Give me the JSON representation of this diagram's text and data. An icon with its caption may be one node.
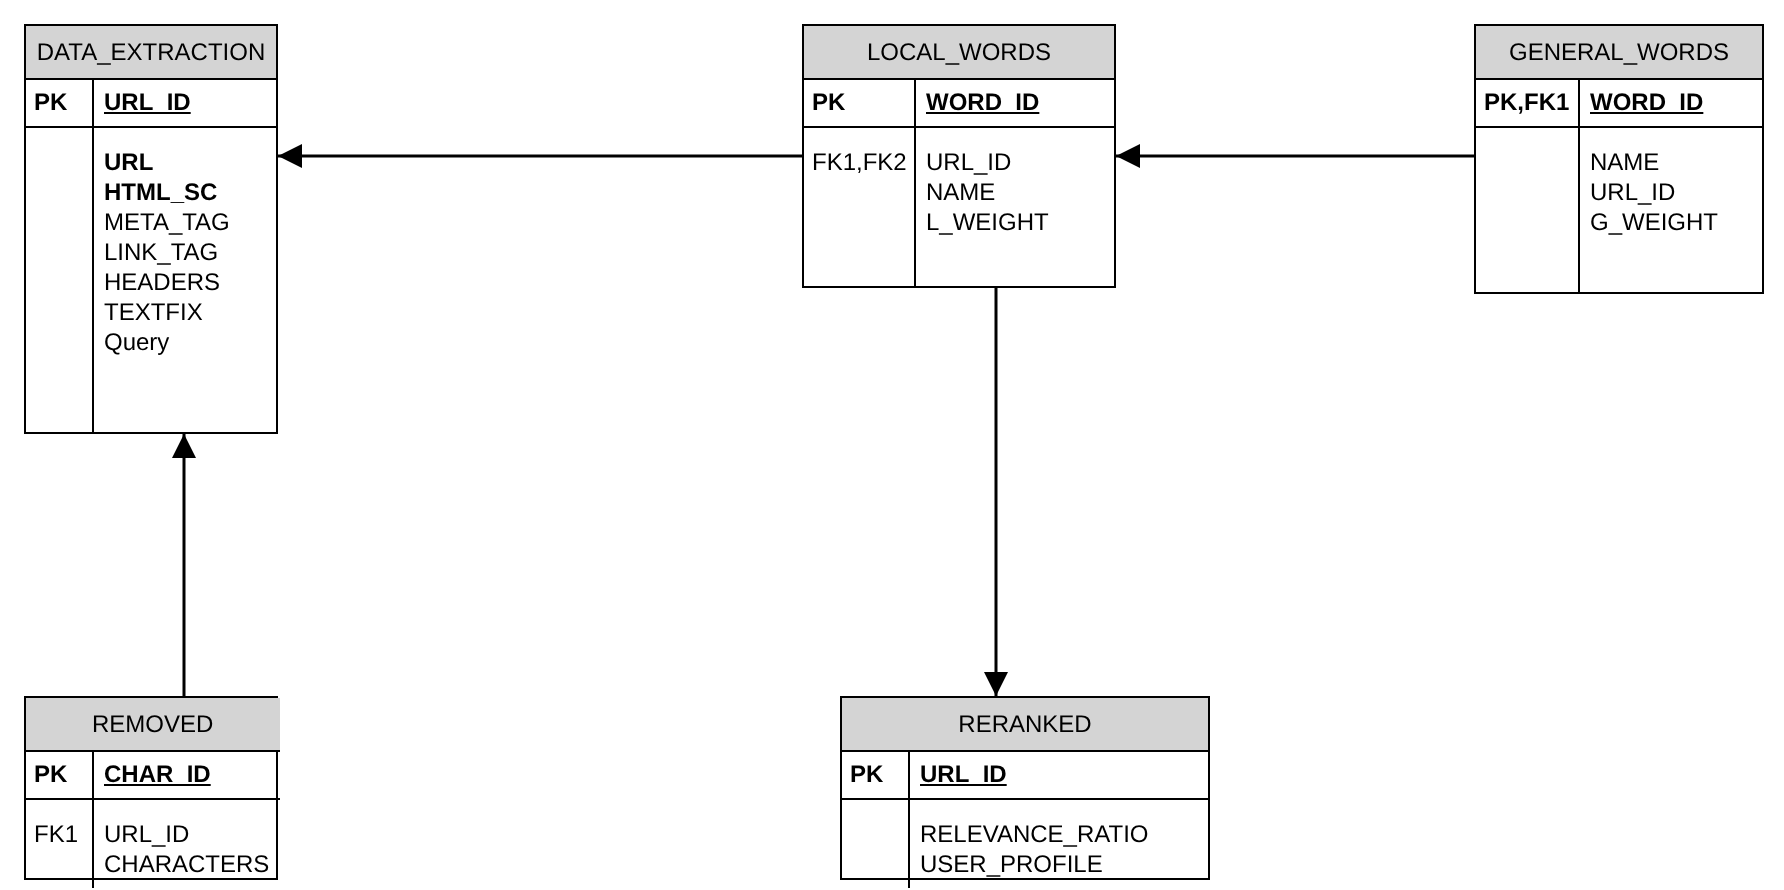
{
  "diagram": {
    "nodes": [
      {
        "text": [
          "DATA_EXTRACTION",
          "PK",
          "URL_ID",
          "**URL** **HTML_SC** META_TAG LINK_TAG HEADERS TEXTFIX Query"
        ]
      },
      {
        "text": [
          "LOCAL_WORDS",
          "PK",
          "WORD_ID",
          "FK1,FK2",
          "URL_ID NAME L_WEIGHT"
        ]
      },
      {
        "text": [
          "GENERAL_WORDS",
          "PK,FK1",
          "WORD_ID",
          "NAME URL_ID G_WEIGHT"
        ]
      },
      {
        "text": [
          "REMOVED",
          "PK",
          "CHAR_ID",
          "FK1",
          "URL_ID CHARACTERS"
        ]
      },
      {
        "text": [
          "RERANKED",
          "PK",
          "URL_ID",
          "RELEVANCE_RATIO USER_PROFILE"
        ]
      }
    ],
    "edges": [
      {
        "from": 1,
        "to": 0,
        "arrow": "to"
      },
      {
        "from": 2,
        "to": 1,
        "arrow": "to"
      },
      {
        "from": 3,
        "to": 0,
        "arrow": "to"
      },
      {
        "from": 1,
        "to": 4,
        "arrow": "to"
      }
    ]
  }
}
